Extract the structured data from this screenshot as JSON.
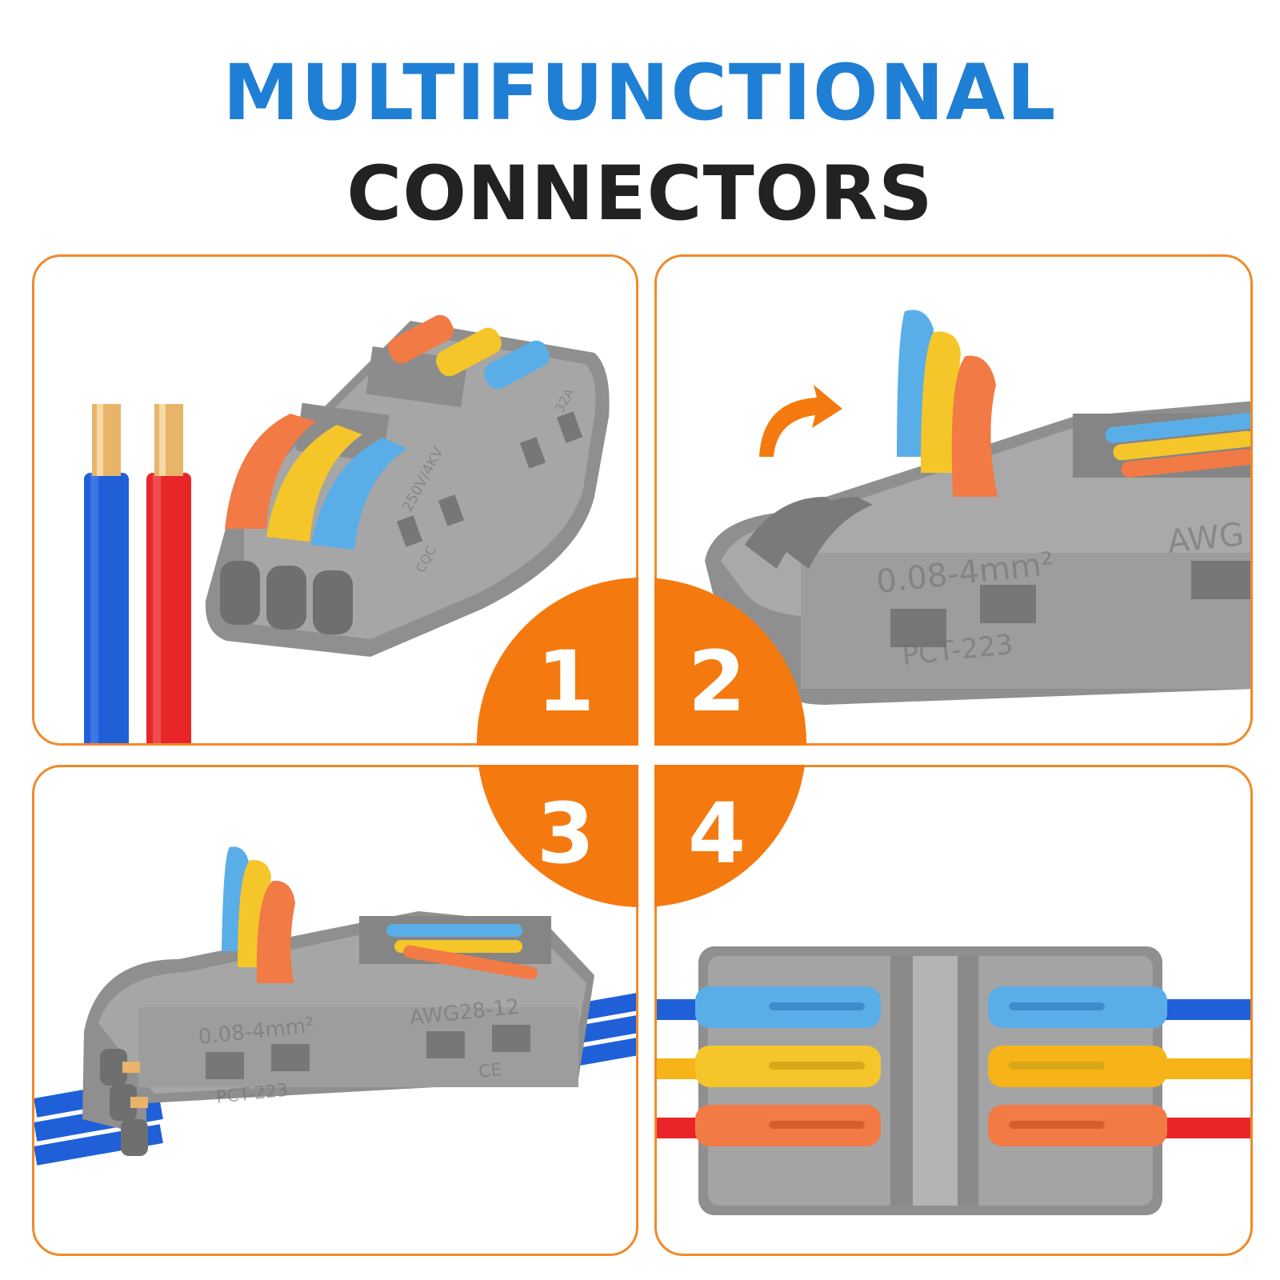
{
  "headline": {
    "line1": "MULTIFUNCTIONAL",
    "line2": "CONNECTORS"
  },
  "colors": {
    "blue_title": "#1f7fd4",
    "dark_title": "#222222",
    "orange": "#f47a10",
    "panel_border": "#f08a2a",
    "housing_gray": "#9b9b9b",
    "lever_orange": "#f27a45",
    "lever_yellow": "#f5c62a",
    "lever_blue": "#5aaee8",
    "wire_blue": "#1f5fd8",
    "wire_red": "#e8262a",
    "wire_yellow": "#f6b418",
    "copper": "#e8b46a"
  },
  "steps": [
    {
      "number": "1"
    },
    {
      "number": "2"
    },
    {
      "number": "3"
    },
    {
      "number": "4"
    }
  ],
  "markings": {
    "voltage": "250V/4KV",
    "current": "32A",
    "cert": "CQC",
    "wire_range": "0.08-4mm²",
    "model": "PCT-223",
    "awg": "AWG28-12",
    "awg_partial": "AWG",
    "ce": "CE"
  },
  "icons": {
    "step2_arrow": "curved-arrow-icon"
  }
}
